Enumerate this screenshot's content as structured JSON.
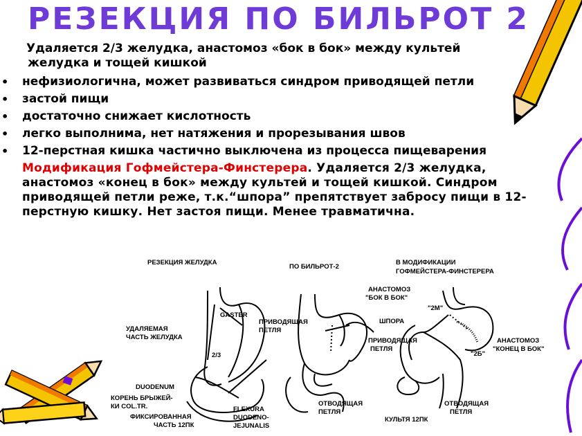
{
  "title": "РЕЗЕКЦИЯ ПО БИЛЬРОТ 2",
  "lead_line1": "Удаляется 2/3 желудка, анастомоз «бок в бок» между культей",
  "lead_line2": "желудка и тощей кишкой",
  "bullets": [
    "нефизиологична, может развиваться синдром приводящей петли",
    "застой пищи",
    "достаточно снижает кислотность",
    "легко выполнима, нет натяжения и прорезывания швов",
    "12-перстная кишка частично выключена из процесса пищеварения"
  ],
  "modification_name": "Модификация Гофмейстера-Финстерера",
  "modification_text": ". Удаляется 2/3 желудка, анастомоз «конец в бок» между культей и тощей кишкой. Синдром приводящей петли реже, т.к.“шпора” препятствует забросу пищи в 12-перстную кишку. Нет застоя пищи. Менее травматична.",
  "diagram_labels": {
    "resection": "РЕЗЕКЦИЯ ЖЕЛУДКА",
    "billroth": "ПО БИЛЬРОТ-2",
    "mod_line1": "В МОДИФИКАЦИИ",
    "mod_line2": "ГОФМЕЙСТЕРА-ФИНСТЕРЕРА",
    "gaster": "GASTER",
    "removed_line1": "УДАЛЯЕМАЯ",
    "removed_line2": "ЧАСТЬ ЖЕЛУДКА",
    "two_thirds": "2/3",
    "duodenum": "DUODENUM",
    "root_line1": "КОРЕНЬ БРЫЖЕЙ-",
    "root_line2": "КИ COL.TR.",
    "fixed_line1": "ФИКСИРОВАННАЯ",
    "fixed_line2": "ЧАСТЬ 12ПК",
    "flexura_line1": "FLEXURA",
    "flexura_line2": "DUODENO-",
    "flexura_line3": "JEJUNALIS",
    "afferent_line1": "ПРИВОДЯЩАЯ",
    "afferent_line2": "ПЕТЛЯ",
    "anast_line1": "АНАСТОМОЗ",
    "anast_line2": "\"БОК В БОК\"",
    "efferent_line1": "ОТВОДЯЩАЯ",
    "efferent_line2": "ПЕТЛЯ",
    "afferent2_line1": "ПРИВОДЯЩАЯ",
    "afferent2_line2": "ПЕТЛЯ",
    "spur": "ШПОРА",
    "two_m": "\"2М\"",
    "anast2_line1": "АНАСТОМОЗ",
    "anast2_line2": "\"КОНЕЦ В БОК\"",
    "two_b": "\"2Б\"",
    "stump": "КУЛЬТЯ 12ПК",
    "efferent2_line1": "ОТВОДЯЩАЯ",
    "efferent2_line2": "ПЕТЛЯ"
  },
  "colors": {
    "title": "#6e3bd6",
    "highlight": "#e00000",
    "decor_purple": "#6a0fd8",
    "pencil_yellow": "#f5c400",
    "pencil_orange": "#f07a00"
  }
}
